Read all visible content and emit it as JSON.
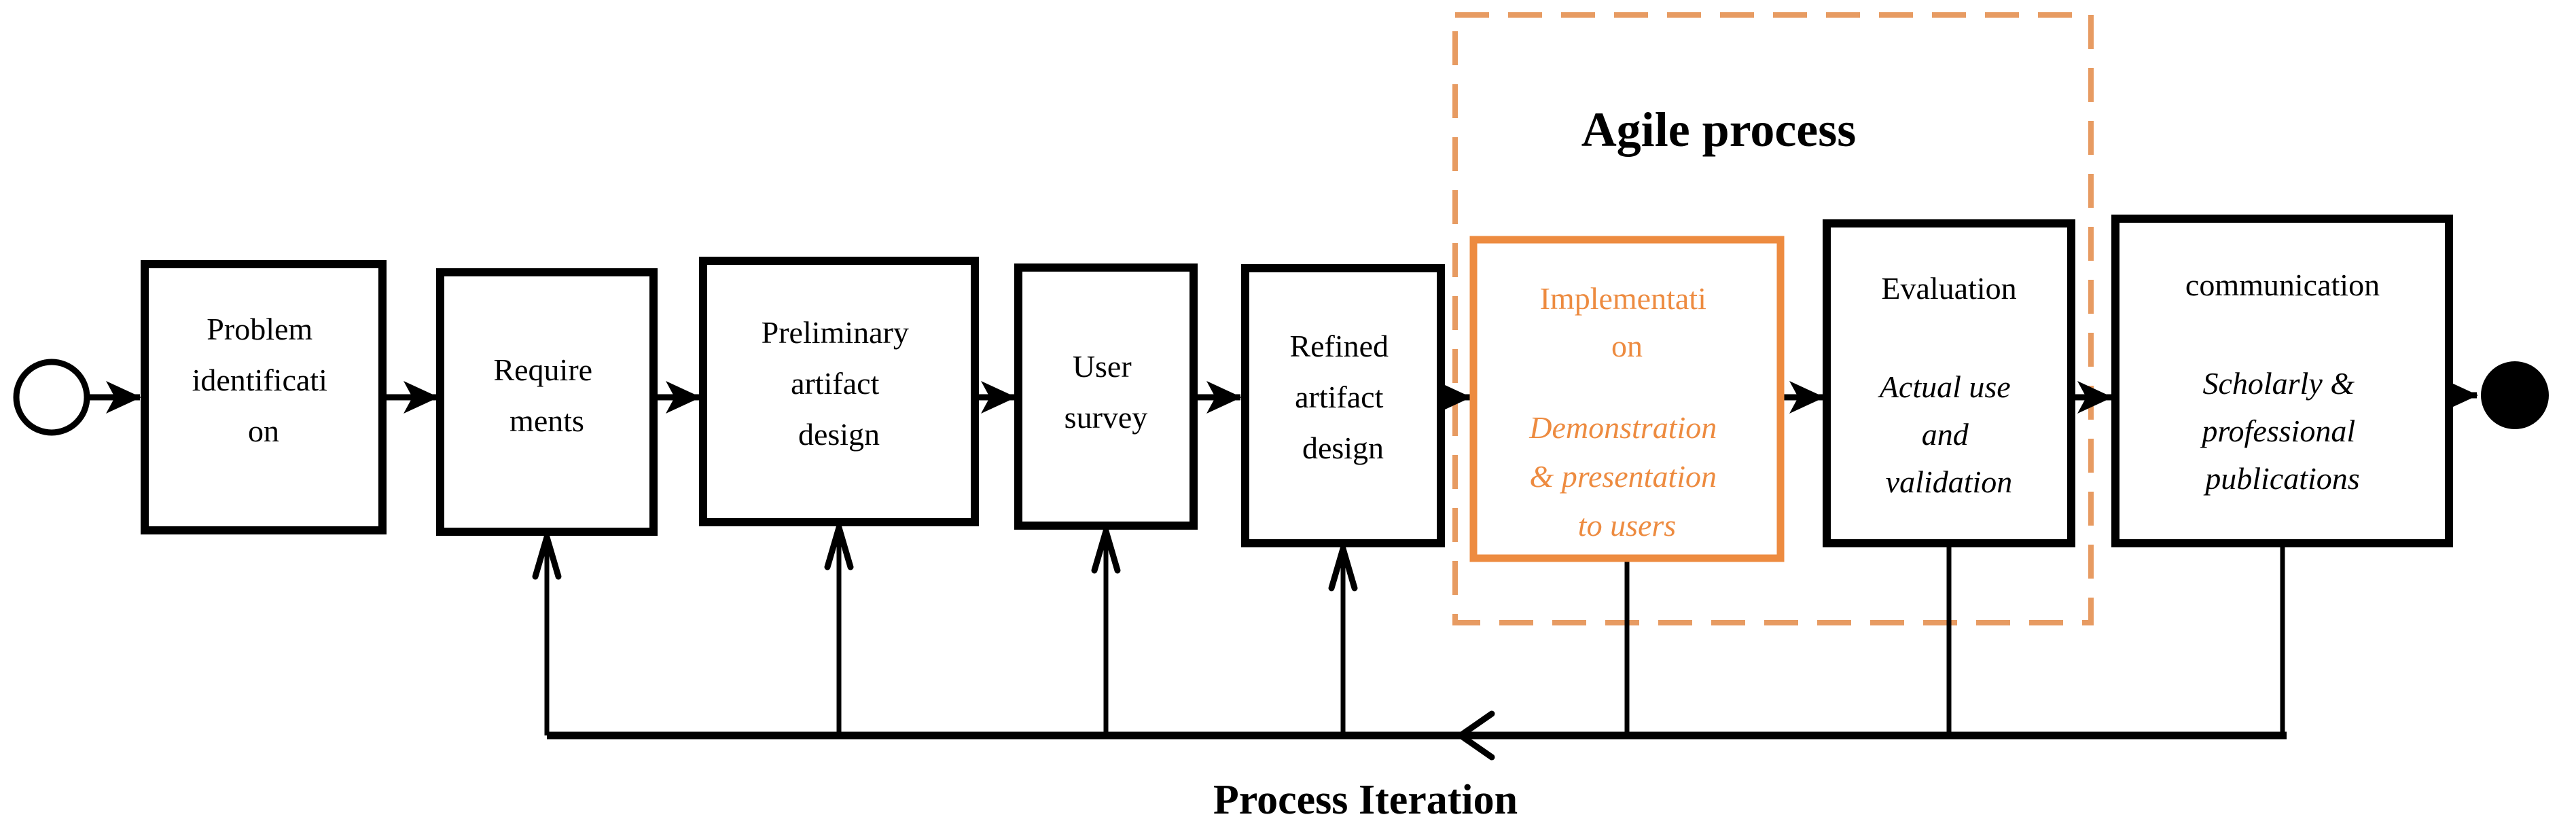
{
  "diagram": {
    "agile_label": "Agile process",
    "iteration_label": "Process Iteration",
    "colors": {
      "accent_orange": "#ED8B40",
      "dash_orange": "#E79B62",
      "line_black": "#000000",
      "background": "#ffffff"
    },
    "nodes": {
      "problem": {
        "lines": [
          "Problem",
          "identificati",
          "on"
        ]
      },
      "requirements": {
        "lines": [
          "Require",
          "ments"
        ]
      },
      "preliminary": {
        "lines": [
          "Preliminary",
          "artifact",
          "design"
        ]
      },
      "user_survey": {
        "lines": [
          "User",
          "survey"
        ]
      },
      "refined": {
        "lines": [
          "Refined",
          "artifact",
          "design"
        ]
      },
      "implementation": {
        "title_lines": [
          "Implementati",
          "on"
        ],
        "subtitle_lines": [
          "Demonstration",
          "& presentation",
          "to users"
        ]
      },
      "evaluation": {
        "title": "Evaluation",
        "subtitle_lines": [
          "Actual use",
          "and",
          "validation"
        ]
      },
      "communication": {
        "title": "communication",
        "subtitle_lines": [
          "Scholarly &",
          "professional",
          "publications"
        ]
      }
    }
  }
}
